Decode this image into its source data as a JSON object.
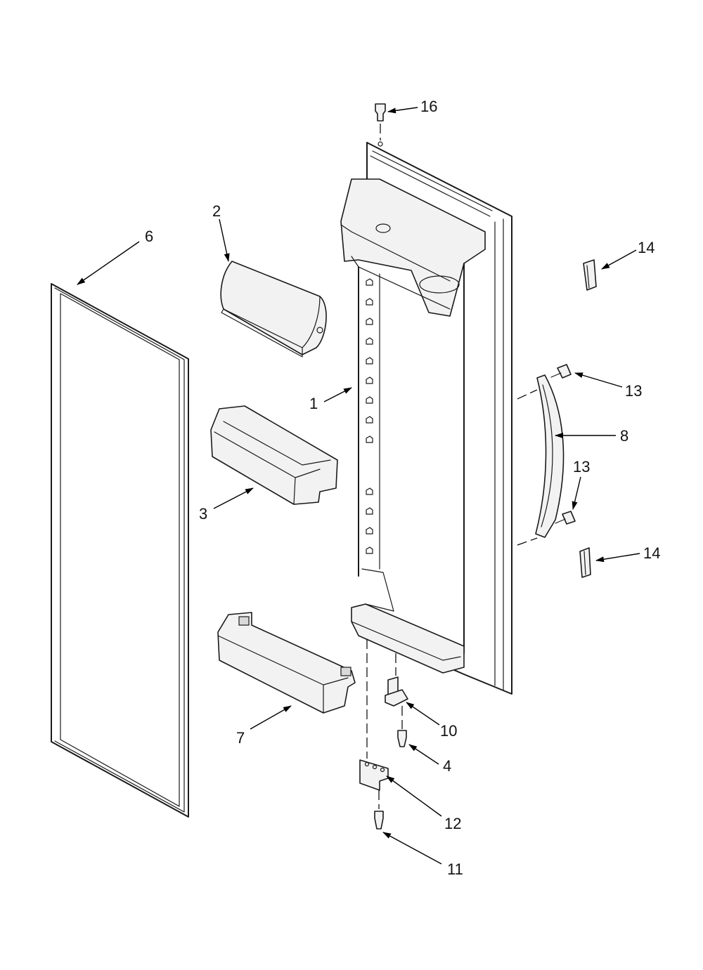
{
  "callouts": [
    {
      "id": "16",
      "label": "16"
    },
    {
      "id": "2",
      "label": "2"
    },
    {
      "id": "6",
      "label": "6"
    },
    {
      "id": "14-top",
      "label": "14"
    },
    {
      "id": "13-top",
      "label": "13"
    },
    {
      "id": "1",
      "label": "1"
    },
    {
      "id": "8",
      "label": "8"
    },
    {
      "id": "13-bottom",
      "label": "13"
    },
    {
      "id": "3",
      "label": "3"
    },
    {
      "id": "14-bottom",
      "label": "14"
    },
    {
      "id": "10",
      "label": "10"
    },
    {
      "id": "7",
      "label": "7"
    },
    {
      "id": "4",
      "label": "4"
    },
    {
      "id": "12",
      "label": "12"
    },
    {
      "id": "11",
      "label": "11"
    }
  ],
  "colors": {
    "line": "#1a1a1a",
    "background": "#ffffff"
  }
}
